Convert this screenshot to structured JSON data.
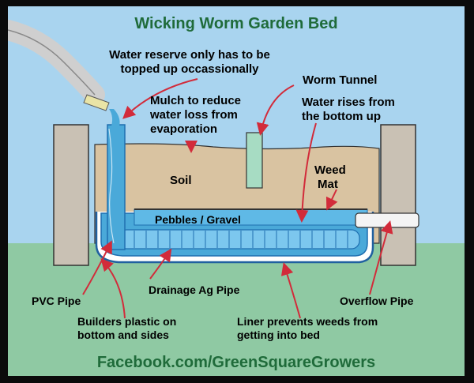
{
  "title": "Wicking Worm Garden Bed",
  "footer": "Facebook.com/GreenSquareGrowers",
  "labels": {
    "water_reserve_1": "Water reserve only has to be",
    "water_reserve_2": "topped up occassionally",
    "mulch_1": "Mulch to reduce",
    "mulch_2": "water loss from",
    "mulch_3": "evaporation",
    "worm_tunnel": "Worm Tunnel",
    "water_rises_1": "Water rises from",
    "water_rises_2": "the bottom up",
    "soil": "Soil",
    "weed_mat_1": "Weed",
    "weed_mat_2": "Mat",
    "pebbles": "Pebbles / Gravel",
    "pvc_pipe": "PVC Pipe",
    "drainage": "Drainage Ag Pipe",
    "overflow": "Overflow Pipe",
    "builders_1": "Builders plastic on",
    "builders_2": "bottom and sides",
    "liner_1": "Liner prevents weeds from",
    "liner_2": "getting into bed"
  },
  "colors": {
    "sky": "#a9d4ef",
    "grass": "#8fc9a3",
    "soil": "#d9c3a1",
    "water": "#4aa9d9",
    "water_light": "#7cc7ee",
    "wall": "#c9c1b4",
    "arrow": "#d22b3a",
    "title": "#1f6b3a"
  }
}
